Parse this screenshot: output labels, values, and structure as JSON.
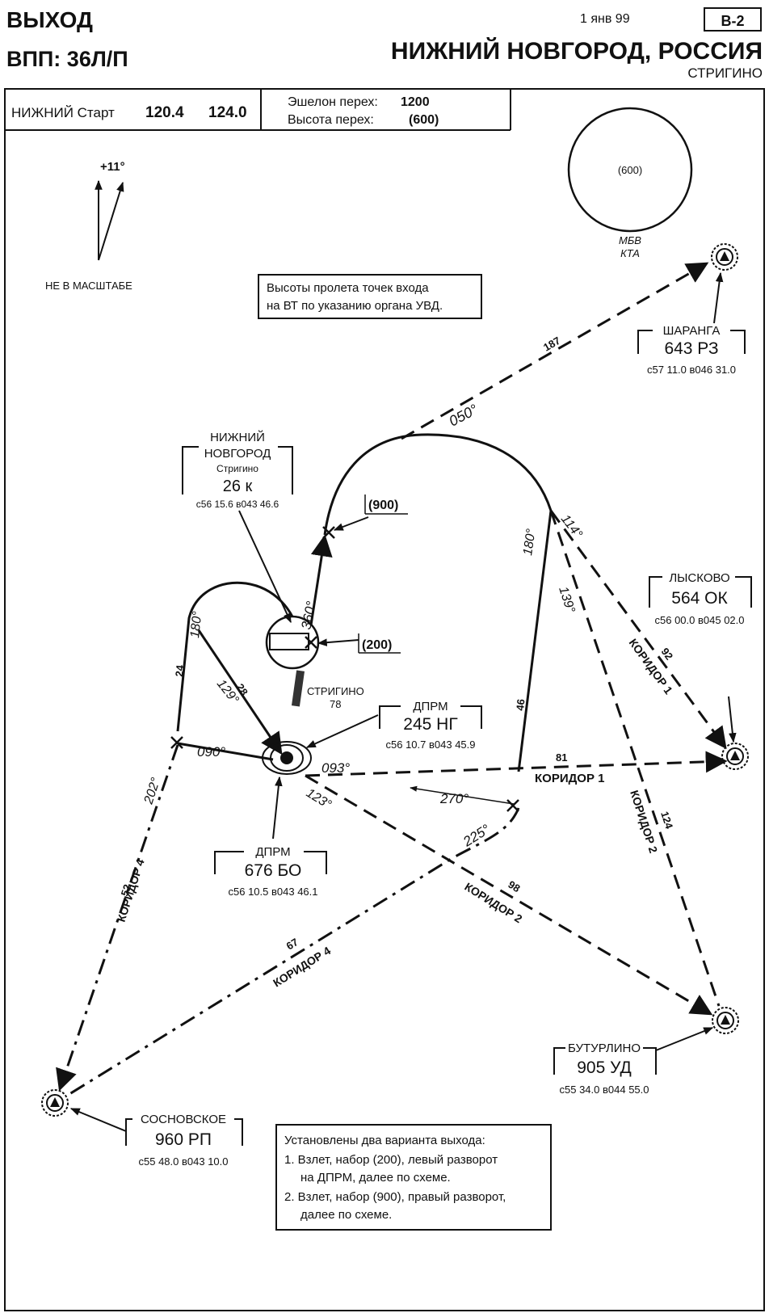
{
  "header": {
    "title": "ВЫХОД",
    "runway": "ВПП: 36Л/П",
    "date": "1 янв 99",
    "page_code": "В-2",
    "city": "НИЖНИЙ НОВГОРОД, РОССИЯ",
    "airport": "СТРИГИНО"
  },
  "freq_box": {
    "label": "НИЖНИЙ Старт",
    "freq1": "120.4",
    "freq2": "124.0"
  },
  "transition_box": {
    "level_label": "Эшелон перех:",
    "level_value": "1200",
    "alt_label": "Высота перех:",
    "alt_value": "(600)"
  },
  "magvar": {
    "value": "+11°",
    "note": "НЕ В МАСШТАБЕ"
  },
  "msa": {
    "value": "(600)",
    "line1": "МБВ",
    "line2": "КТА"
  },
  "note_top": {
    "line1": "Высоты пролета точек входа",
    "line2": "на ВТ по указанию органа УВД."
  },
  "navaids": {
    "sharanga": {
      "name": "ШАРАНГА",
      "ident": "643 РЗ",
      "coords": "с57  11.0  в046  31.0"
    },
    "nizhny": {
      "name1": "НИЖНИЙ",
      "name2": "НОВГОРОД",
      "name3": "Стригино",
      "ident": "26 к",
      "coords": "с56  15.6  в043  46.6"
    },
    "lyskovo": {
      "name": "ЛЫСКОВО",
      "ident": "564 ОК",
      "coords": "с56  00.0  в045  02.0"
    },
    "dprm_ng": {
      "name": "ДПРМ",
      "ident": "245 НГ",
      "coords": "с56  10.7  в043  45.9"
    },
    "dprm_bo": {
      "name": "ДПРМ",
      "ident": "676 БО",
      "coords": "с56  10.5  в043  46.1"
    },
    "buturlino": {
      "name": "БУТУРЛИНО",
      "ident": "905 УД",
      "coords": "с55  34.0  в044  55.0"
    },
    "sosnovskoe": {
      "name": "СОСНОВСКОЕ",
      "ident": "960 РП",
      "coords": "с55  48.0  в043  10.0"
    }
  },
  "airport_label": {
    "name": "СТРИГИНО",
    "elev": "78"
  },
  "altitudes": {
    "a900": "(900)",
    "a200": "(200)"
  },
  "bearings": {
    "b050": "050°",
    "b114": "114°",
    "b180a": "180°",
    "b139": "139°",
    "b360": "360°",
    "b180b": "180°",
    "b129": "129°",
    "b090": "090°",
    "b093": "093°",
    "b123": "123°",
    "b270": "270°",
    "b225": "225°",
    "b202": "202°"
  },
  "distances": {
    "d187": "187",
    "d92": "92",
    "d81": "81",
    "d46": "46",
    "d124": "124",
    "d24": "24",
    "d28": "28",
    "d52": "52",
    "d98": "98",
    "d67": "67"
  },
  "corridors": {
    "k1_upper": "КОРИДОР 1",
    "k1_lower": "КОРИДОР 1",
    "k2_right": "КОРИДОР 2",
    "k2_center": "КОРИДОР 2",
    "k4_left": "КОРИДОР 4",
    "k4_center": "КОРИДОР 4"
  },
  "note_bottom": {
    "line1": "Установлены два варианта выхода:",
    "line2": "1. Взлет, набор (200), левый разворот",
    "line3": "на ДПРМ, далее по схеме.",
    "line4": "2. Взлет, набор (900), правый разворот,",
    "line5": "далее по схеме."
  }
}
